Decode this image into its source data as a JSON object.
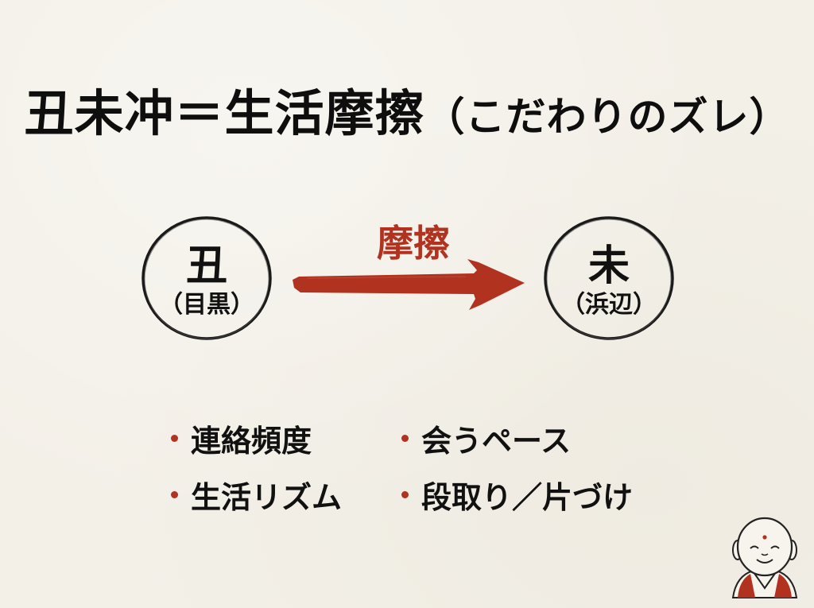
{
  "title": {
    "main": "丑未冲＝生活摩擦",
    "sub": "（こだわりのズレ）"
  },
  "left_circle": {
    "branch": "丑",
    "place": "（目黒）"
  },
  "right_circle": {
    "branch": "未",
    "place": "（浜辺）"
  },
  "arrow": {
    "label": "摩擦",
    "color": "#b0321f",
    "icon": "brush-arrow-right-icon"
  },
  "bullets": [
    {
      "text": "連絡頻度"
    },
    {
      "text": "会うペース"
    },
    {
      "text": "生活リズム"
    },
    {
      "text": "段取り／片づけ"
    }
  ],
  "colors": {
    "background": "#f3f0e8",
    "accent": "#b0321f",
    "ink": "#111111"
  },
  "mascot": {
    "icon": "smiling-monk-icon"
  }
}
